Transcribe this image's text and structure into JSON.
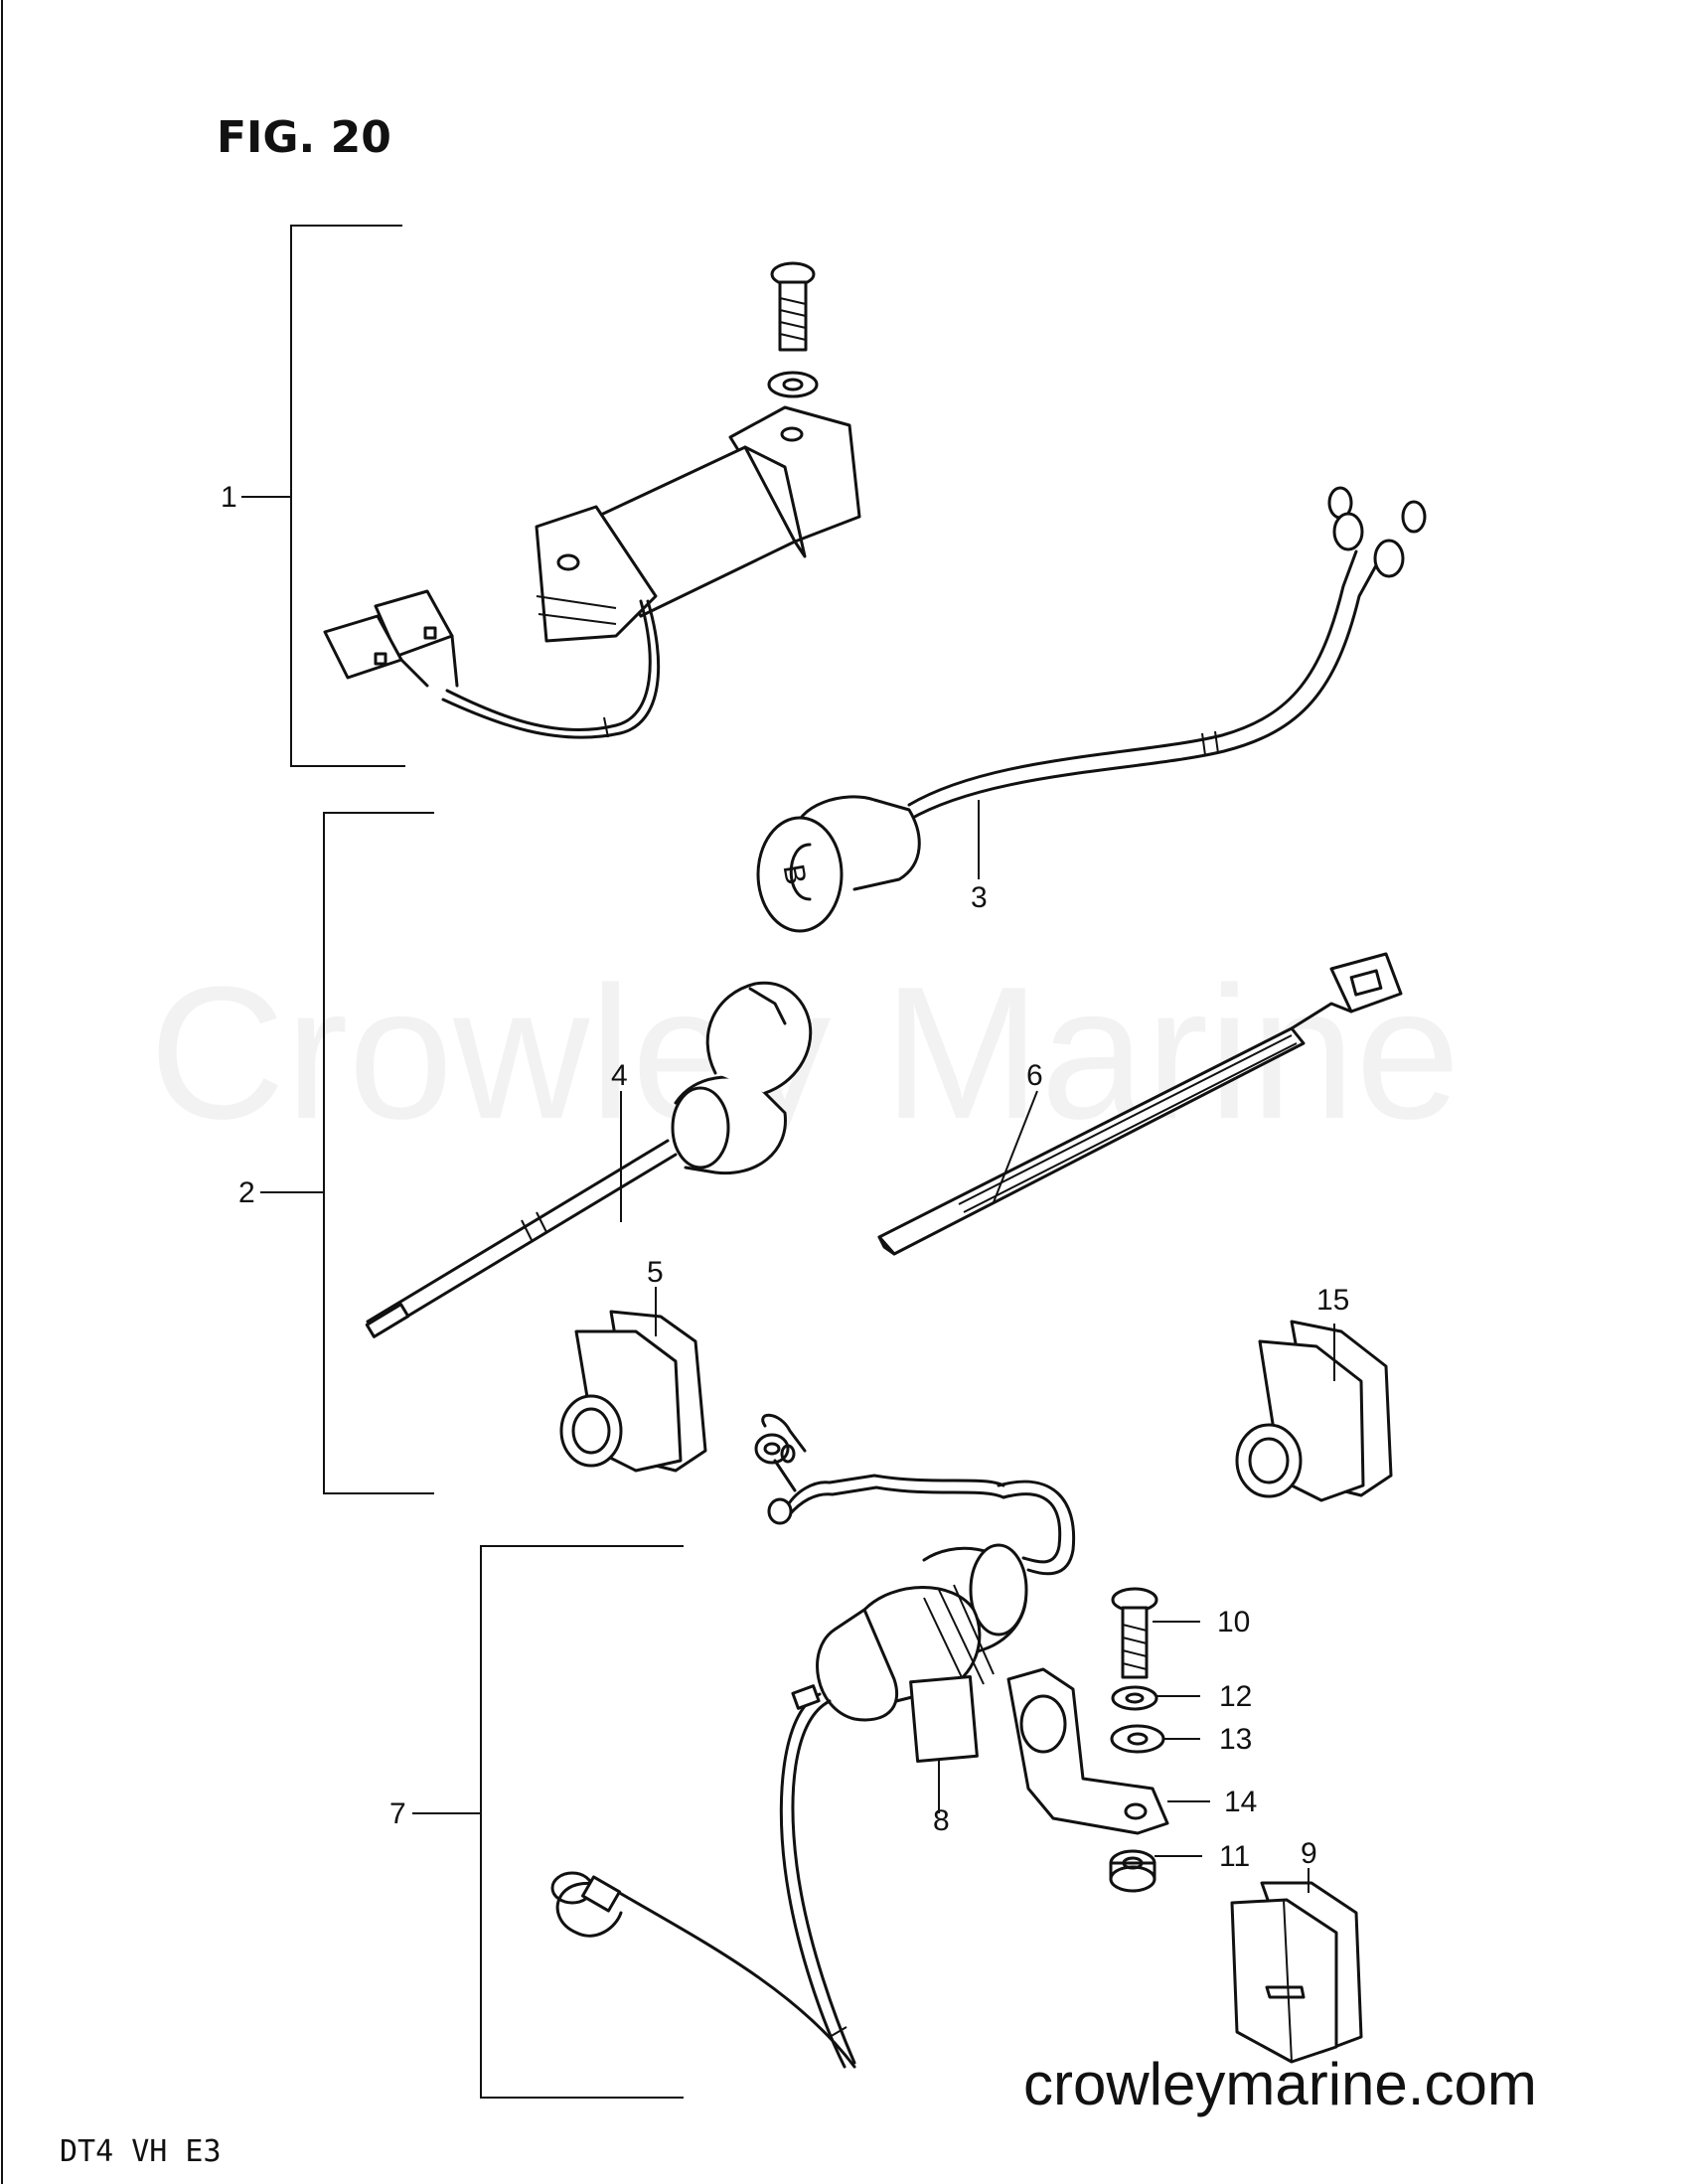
{
  "figure": {
    "title": "FIG. 20",
    "model_code": "DT4  VH  E3",
    "watermark": "Crowley Marine",
    "website": "crowleymarine.com"
  },
  "callouts": {
    "c1": "1",
    "c2": "2",
    "c3": "3",
    "c4": "4",
    "c5": "5",
    "c6": "6",
    "c7": "7",
    "c8": "8",
    "c9": "9",
    "c10": "10",
    "c11": "11",
    "c12": "12",
    "c13": "13",
    "c14": "14",
    "c15": "15"
  },
  "colors": {
    "ink": "#111111",
    "background": "#ffffff"
  }
}
